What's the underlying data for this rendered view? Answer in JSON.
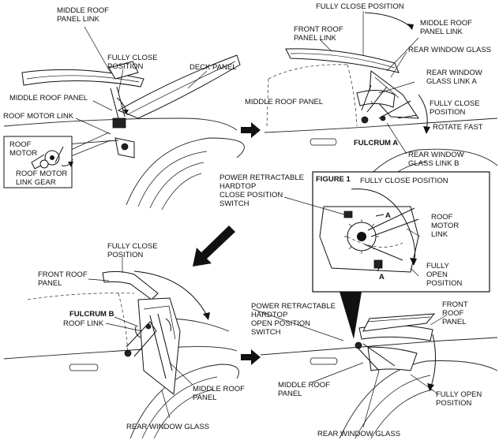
{
  "labels": {
    "p1_middle_roof_panel_link": [
      "MIDDLE ROOF",
      "PANEL LINK"
    ],
    "p1_fully_close_position": [
      "FULLY CLOSE",
      "POSITION"
    ],
    "p1_deck_panel": "DECK PANEL",
    "p1_middle_roof_panel": "MIDDLE ROOF PANEL",
    "p1_roof_motor_link": "ROOF MOTOR LINK",
    "p1_roof_motor": [
      "ROOF",
      "MOTOR"
    ],
    "p1_roof_motor_link_gear": [
      "ROOF MOTOR",
      "LINK GEAR"
    ],
    "p2_fully_close_position": "FULLY CLOSE POSITION",
    "p2_front_roof_panel_link": [
      "FRONT ROOF",
      "PANEL LINK"
    ],
    "p2_middle_roof_panel_link": [
      "MIDDLE ROOF",
      "PANEL LINK"
    ],
    "p2_rear_window_glass": "REAR WINDOW GLASS",
    "p2_rear_window_glass_link_a": [
      "REAR WINDOW",
      "GLASS LINK A"
    ],
    "p2_middle_roof_panel": "MIDDLE ROOF PANEL",
    "p2_fully_close_position_2": [
      "FULLY CLOSE",
      "POSITION"
    ],
    "p2_rotate_fast": "ROTATE FAST",
    "p2_fulcrum_a": "FULCRUM A",
    "p2_rear_window_glass_link_b": [
      "REAR WINDOW",
      "GLASS LINK B"
    ],
    "close_switch": [
      "POWER RETRACTABLE",
      "HARDTOP",
      "CLOSE POSITION",
      "SWITCH"
    ],
    "fig1_title": "FIGURE 1",
    "fig1_fully_close_position": "FULLY CLOSE POSITION",
    "fig1_roof_motor_link": [
      "ROOF",
      "MOTOR",
      "LINK"
    ],
    "fig1_fully_open_position": [
      "FULLY",
      "OPEN",
      "POSITION"
    ],
    "fig1_a_top": "A",
    "fig1_a_bottom": "A",
    "p3_fully_close_position": [
      "FULLY CLOSE",
      "POSITION"
    ],
    "p3_front_roof_panel": [
      "FRONT ROOF",
      "PANEL"
    ],
    "p3_fulcrum_b": "FULCRUM B",
    "p3_roof_link": "ROOF LINK",
    "p3_middle_roof_panel": [
      "MIDDLE ROOF",
      "PANEL"
    ],
    "p3_rear_window_glass": "REAR WINDOW GLASS",
    "open_switch": [
      "POWER RETRACTABLE",
      "HARDTOP",
      "OPEN POSITION",
      "SWITCH"
    ],
    "p4_front_roof_panel": [
      "FRONT",
      "ROOF",
      "PANEL"
    ],
    "p4_middle_roof_panel": [
      "MIDDLE ROOF",
      "PANEL"
    ],
    "p4_fully_open_position": [
      "FULLY OPEN",
      "POSITION"
    ],
    "p4_rear_window_glass": "REAR WINDOW GLASS"
  }
}
